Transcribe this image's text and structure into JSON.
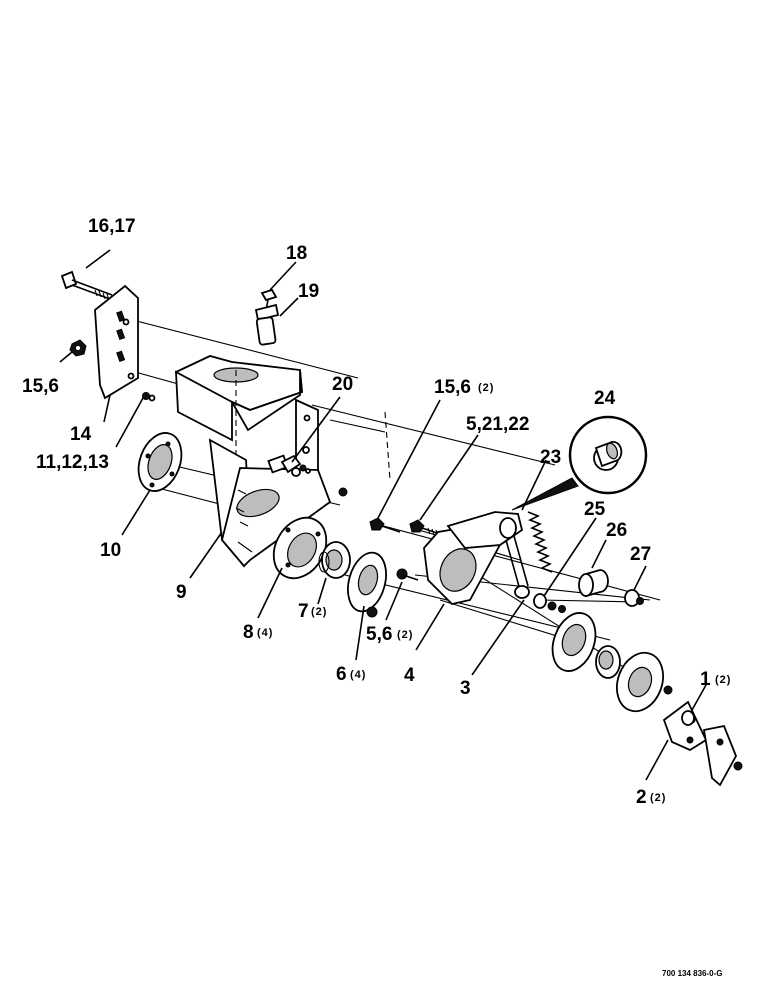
{
  "labels": {
    "l_16_17": "16,17",
    "l_18": "18",
    "l_19": "19",
    "l_15_6_left": "15,6",
    "l_14": "14",
    "l_11_12_13": "11,12,13",
    "l_20": "20",
    "l_15_6_right": "15,6",
    "l_15_6_right_qty": "(2)",
    "l_5_21_22": "5,21,22",
    "l_24": "24",
    "l_23": "23",
    "l_10": "10",
    "l_9": "9",
    "l_8": "8",
    "l_8_qty": "(4)",
    "l_7": "7",
    "l_7_qty": "(2)",
    "l_6": "6",
    "l_6_qty": "(4)",
    "l_5_6": "5,6",
    "l_5_6_qty": "(2)",
    "l_4": "4",
    "l_3": "3",
    "l_25": "25",
    "l_26": "26",
    "l_27": "27",
    "l_1": "1",
    "l_1_qty": "(2)",
    "l_2": "2",
    "l_2_qty": "(2)"
  },
  "drawing_code": "700 134 836-0-G"
}
